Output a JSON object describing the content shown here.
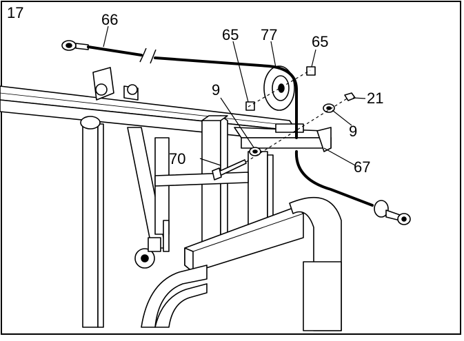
{
  "step_number": "17",
  "part_labels": {
    "cable": "66",
    "spacer_left": "65",
    "pulley": "77",
    "spacer_right": "65",
    "washer_left": "9",
    "nut": "21",
    "washer_right": "9",
    "bolt": "70",
    "bracket": "67"
  },
  "colors": {
    "ink": "#000000",
    "paper": "#ffffff",
    "upright_shade": "#2b2b2b"
  }
}
